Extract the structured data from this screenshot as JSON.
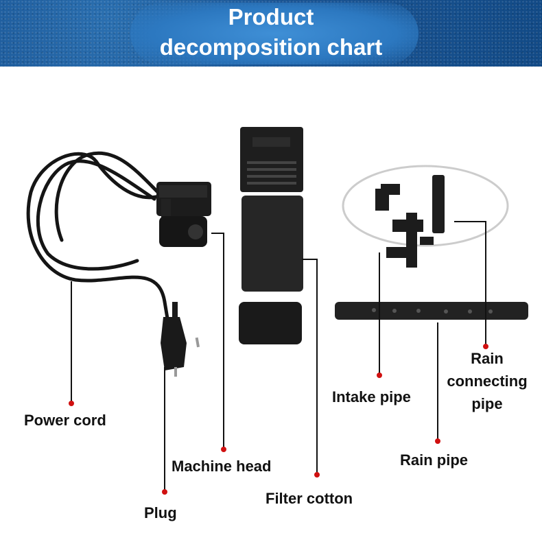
{
  "header": {
    "title_line1": "Product",
    "title_line2": "decomposition chart"
  },
  "labels": {
    "power_cord": "Power cord",
    "plug": "Plug",
    "machine_head": "Machine head",
    "filter_cotton": "Filter cotton",
    "intake_pipe": "Intake pipe",
    "rain_pipe": "Rain pipe",
    "rain_connecting_pipe_1": "Rain",
    "rain_connecting_pipe_2": "connecting",
    "rain_connecting_pipe_3": "pipe"
  },
  "colors": {
    "header_blue": "#1a5595",
    "marker_red": "#d01010"
  }
}
